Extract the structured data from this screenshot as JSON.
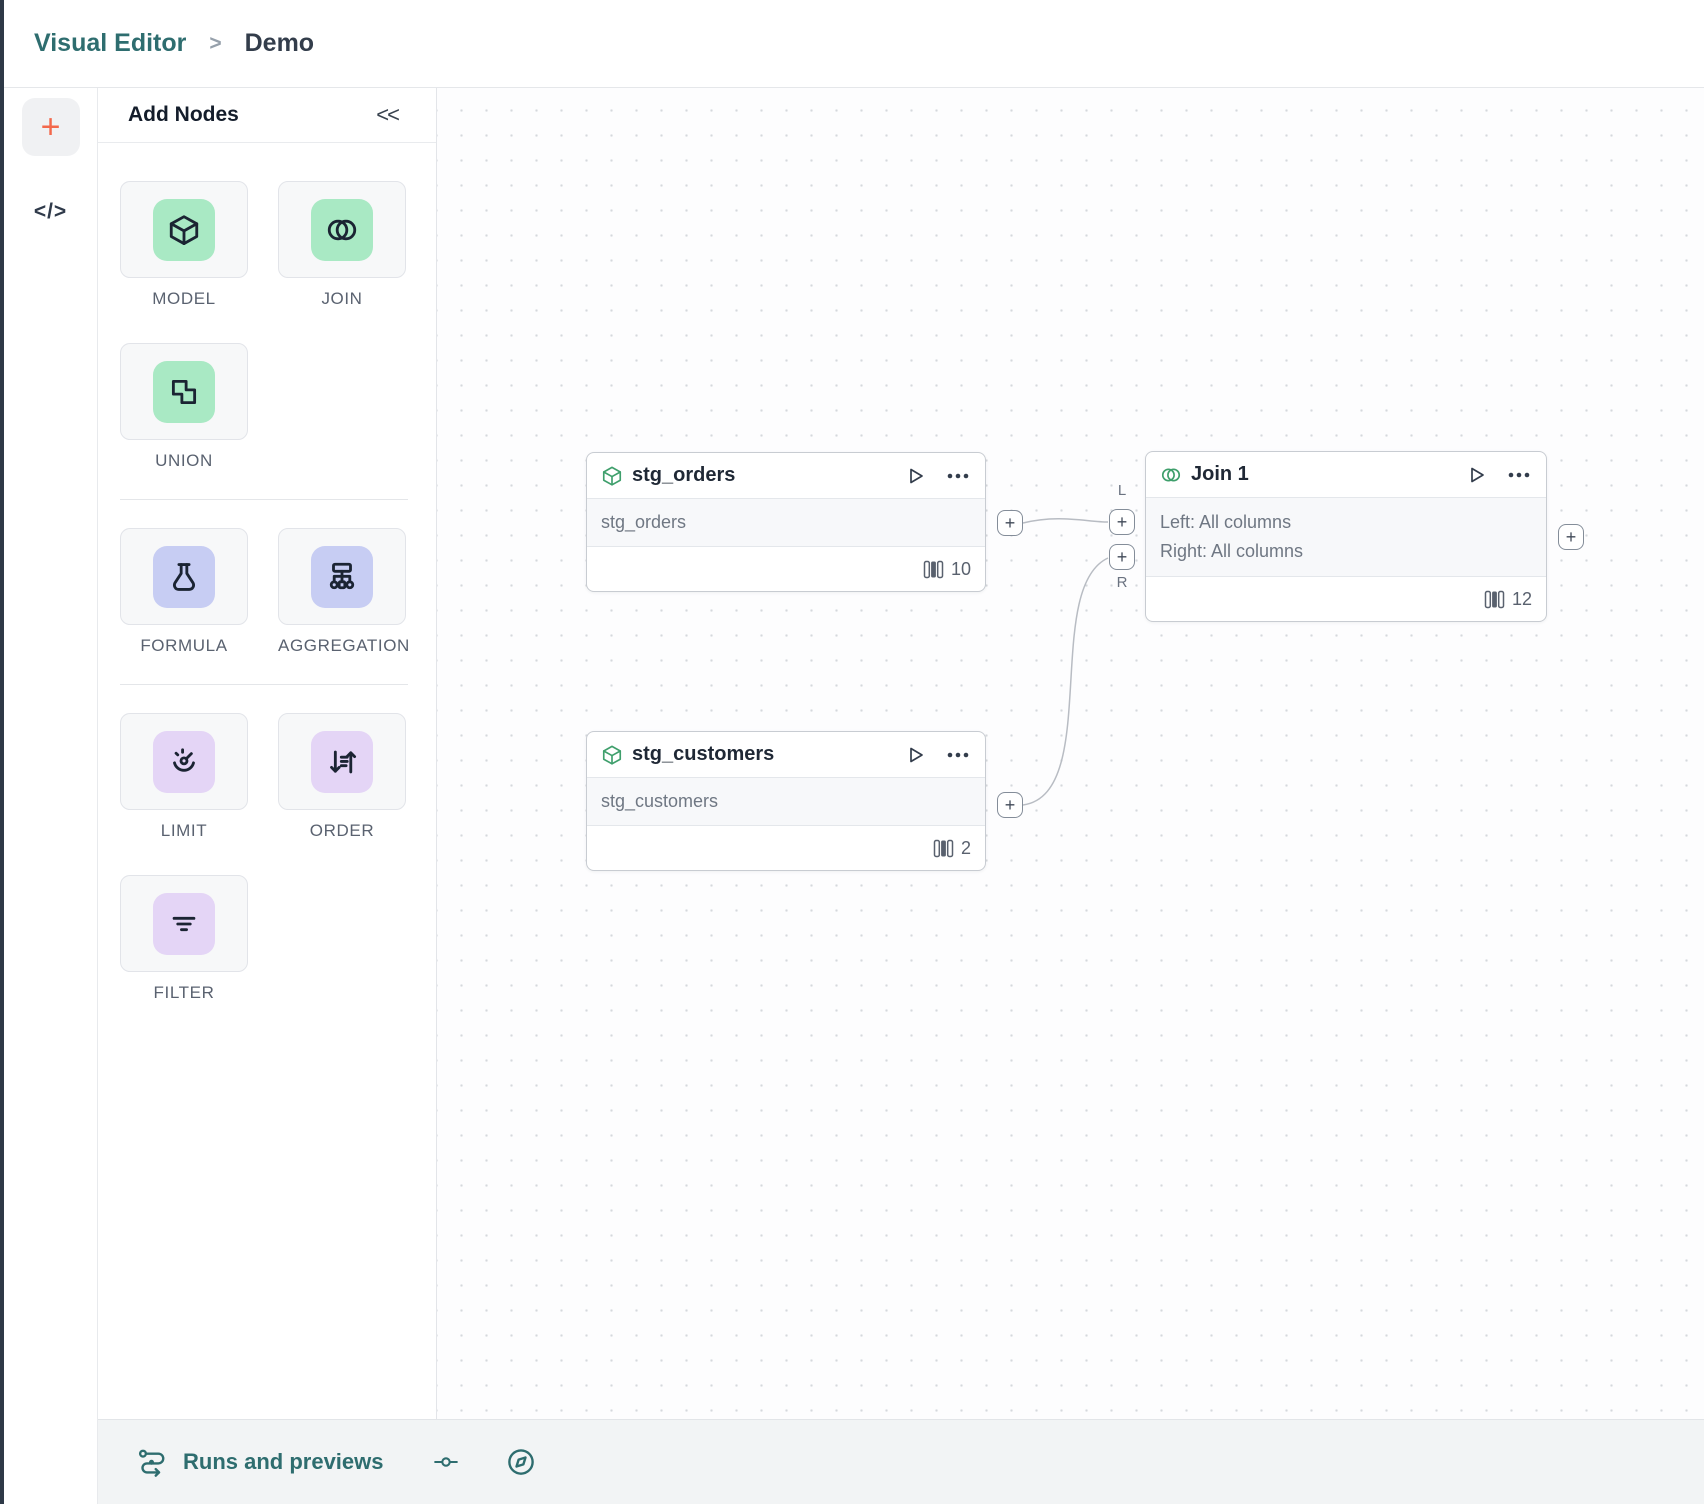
{
  "breadcrumb": {
    "section": "Visual Editor",
    "separator": ">",
    "page": "Demo"
  },
  "left_rail": {
    "add_label": "+",
    "code_label": "</>"
  },
  "panel": {
    "title": "Add Nodes",
    "collapse_label": "<<",
    "groups": [
      {
        "items": [
          {
            "label": "MODEL",
            "icon": "cube-icon"
          },
          {
            "label": "JOIN",
            "icon": "venn-icon"
          },
          {
            "label": "UNION",
            "icon": "union-shapes-icon"
          }
        ]
      },
      {
        "items": [
          {
            "label": "FORMULA",
            "icon": "flask-icon"
          },
          {
            "label": "AGGREGATION",
            "icon": "tree-icon"
          }
        ]
      },
      {
        "items": [
          {
            "label": "LIMIT",
            "icon": "gauge-icon"
          },
          {
            "label": "ORDER",
            "icon": "sort-icon"
          },
          {
            "label": "FILTER",
            "icon": "filter-lines-icon"
          }
        ]
      }
    ]
  },
  "canvas": {
    "nodes": [
      {
        "id": "stg_orders",
        "title": "stg_orders",
        "body": "stg_orders",
        "columns": "10"
      },
      {
        "id": "stg_customers",
        "title": "stg_customers",
        "body": "stg_customers",
        "columns": "2"
      },
      {
        "id": "join_1",
        "title": "Join 1",
        "left_line": "Left: All columns",
        "right_line": "Right: All columns",
        "columns": "12"
      }
    ],
    "handle_labels": {
      "left": "L",
      "right": "R",
      "plus": "+"
    }
  },
  "bottom_bar": {
    "runs_label": "Runs and previews"
  },
  "colors": {
    "accent_teal": "#2e6d6f",
    "accent_orange": "#f3684b",
    "tile_green": "#a9e9c4",
    "tile_periwinkle": "#c7cdf3",
    "tile_lavender": "#e4d5f6",
    "node_icon_green": "#3f9f6c",
    "edge_gray": "#b8bcc3"
  }
}
